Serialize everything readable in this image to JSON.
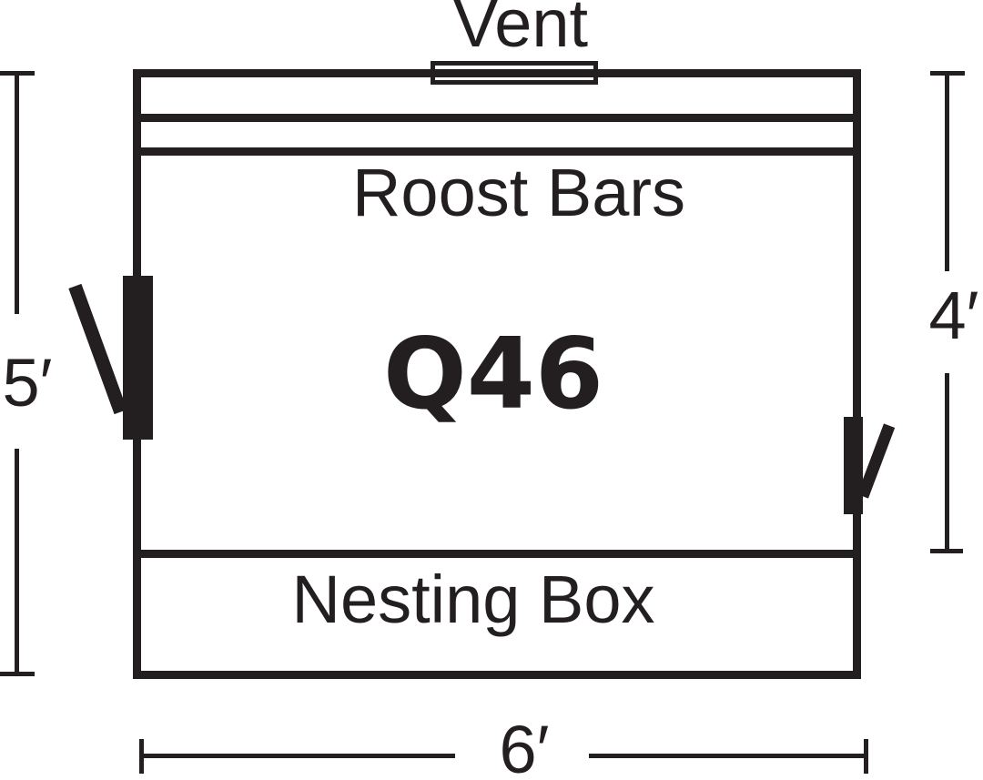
{
  "diagram": {
    "type": "coop-floor-plan",
    "labels": {
      "vent": "Vent",
      "roost_bars": "Roost Bars",
      "model": "Q46",
      "nesting_box": "Nesting Box"
    },
    "dimensions": {
      "left_height": "5′",
      "right_height": "4′",
      "bottom_width": "6′"
    },
    "colors": {
      "ink": "#231f20",
      "background": "#ffffff"
    }
  }
}
